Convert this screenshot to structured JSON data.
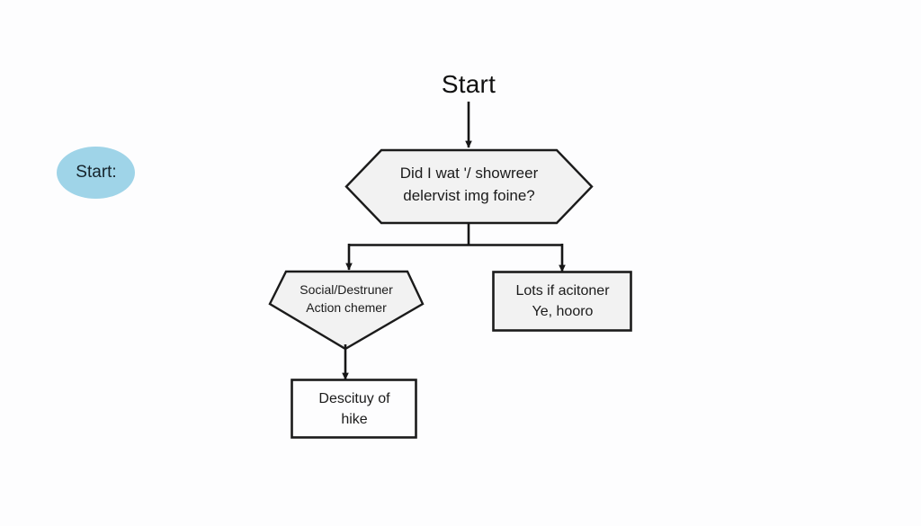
{
  "diagram": {
    "title": "Start",
    "background_color": "#fdfdfe",
    "shape_fill": "#f2f2f2",
    "stroke_color": "#1b1b1b",
    "accent_color": "#9fd4e8",
    "legend_ellipse": {
      "label": "Start:",
      "fill": "#9fd4e8"
    },
    "nodes": {
      "decision_hexagon": {
        "shape": "hexagon",
        "line1": "Did I wat '/ showreer",
        "line2": "delervist img foine?"
      },
      "branch_pentagon": {
        "shape": "pentagon",
        "line1": "Social/Destruner",
        "line2": "Action chemer"
      },
      "right_box": {
        "shape": "rectangle",
        "line1": "Lots if acitoner",
        "line2": "Ye, hooro"
      },
      "bottom_box": {
        "shape": "rectangle",
        "line1": "Descituy of",
        "line2": "hike"
      }
    }
  }
}
